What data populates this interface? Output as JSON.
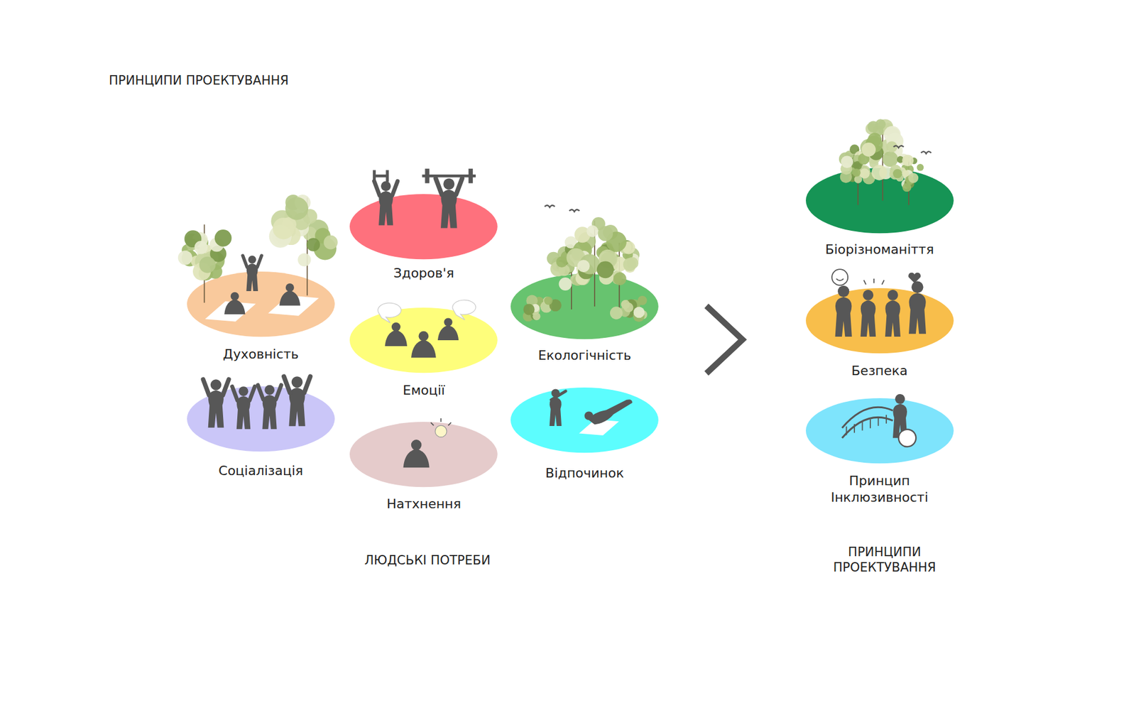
{
  "diagram": {
    "title": "ПРИНЦИПИ ПРОЕКТУВАННЯ",
    "nodes": [
      {
        "text": [
          "Духовність"
        ]
      },
      {
        "text": [
          "Соціалізація"
        ]
      },
      {
        "text": [
          "Здоров'я"
        ]
      },
      {
        "text": [
          "Емоції"
        ]
      },
      {
        "text": [
          "Натхнення"
        ]
      },
      {
        "text": [
          "Екологічність"
        ]
      },
      {
        "text": [
          "Відпочинок"
        ]
      },
      {
        "text": [
          "Біорізноманіття"
        ]
      },
      {
        "text": [
          "Безпека"
        ]
      },
      {
        "text": [
          "Принцип Інклюзивності"
        ]
      }
    ],
    "labels": [
      "ЛЮДСЬКІ ПОТРЕБИ",
      "ПРИНЦИПИ ПРОЕКТУВАННЯ"
    ]
  }
}
